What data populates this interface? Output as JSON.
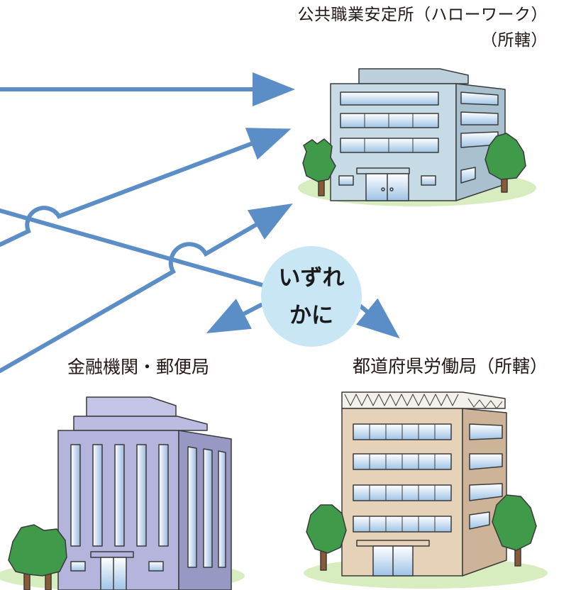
{
  "labels": {
    "hellowork_line1": "公共職業安定所（ハローワーク）",
    "hellowork_line2": "（所轄）",
    "bank": "金融機関・郵便局",
    "labor_bureau": "都道府県労働局（所轄）",
    "bubble_line1": "いずれ",
    "bubble_line2": "かに"
  },
  "colors": {
    "arrow": "#5b8ec7",
    "bubble": "#c9e6f4",
    "hellowork_building": "#c7dbe6",
    "bank_building": "#b4b4dc",
    "labor_building": "#e6d2b8",
    "tree": "#3f9a4a",
    "lawn": "#d7ecbf"
  },
  "icons": {
    "hellowork": "office-building-icon",
    "bank": "bank-building-icon",
    "labor_bureau": "government-building-icon"
  }
}
